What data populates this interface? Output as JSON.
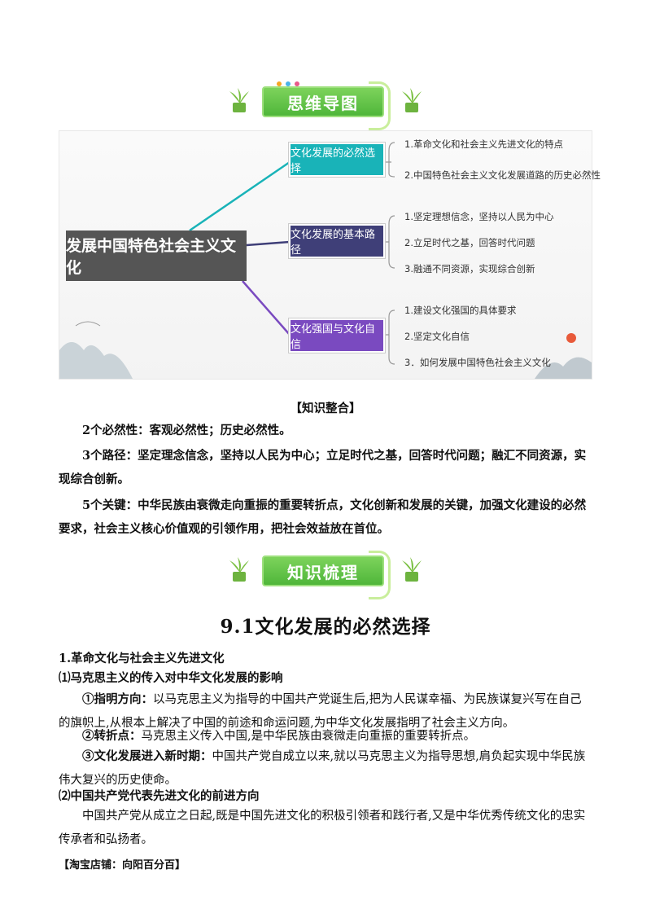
{
  "banner1": {
    "label": "思维导图"
  },
  "banner2": {
    "label": "知识梳理"
  },
  "mindmap": {
    "root": "发展中国特色社会主义文化",
    "branches": [
      {
        "label": "文化发展的必然选择",
        "color": "#19b3b8",
        "leaves": [
          "1.革命文化和社会主义先进文化的特点",
          "2.中国特色社会主义文化发展道路的历史必然性"
        ]
      },
      {
        "label": "文化发展的基本路径",
        "color": "#3f3f78",
        "leaves": [
          "1.坚定理想信念，坚持以人民为中心",
          "2.立足时代之基，回答时代问题",
          "3.融通不同资源，实现综合创新"
        ]
      },
      {
        "label": "文化强国与文化自信",
        "color": "#7a4ac0",
        "leaves": [
          "1.建设文化强国的具体要求",
          "2.坚定文化自信",
          "3．如何发展中国特色社会主义文化"
        ]
      }
    ]
  },
  "summary": {
    "title": "【知识整合】",
    "line1": "2个必然性：客观必然性；历史必然性。",
    "line2": "3个路径：坚定理念信念，坚持以人民为中心；立足时代之基，回答时代问题；融汇不同资源，实现综合创新。",
    "line3": "5个关键：中华民族由衰微走向重振的重要转折点，文化创新和发展的关键，加强文化建设的必然要求，社会主义核心价值观的引领作用，把社会效益放在首位。"
  },
  "section": {
    "title": "9.1文化发展的必然选择",
    "h1": "1.革命文化与社会主义先进文化",
    "h2": "⑴马克思主义的传入对中华文化发展的影响",
    "p1_label": "①指明方向：",
    "p1_text": "以马克思主义为指导的中国共产党诞生后,把为人民谋幸福、为民族谋复兴写在自己的旗帜上,从根本上解决了中国的前途和命运问题,为中华文化发展指明了社会主义方向。",
    "p2_label": "②转折点：",
    "p2_text": "马克思主义传入中国,是中华民族由衰微走向重振的重要转折点。",
    "p3_label": "③文化发展进入新时期：",
    "p3_text": "中国共产党自成立以来,就以马克思主义为指导思想,肩负起实现中华民族伟大复兴的历史使命。",
    "h3": "⑵中国共产党代表先进文化的前进方向",
    "p4": "中国共产党从成立之日起,既是中国先进文化的积极引领者和践行者,又是中华优秀传统文化的忠实传承者和弘扬者。"
  },
  "footer": "【淘宝店铺：向阳百分百】"
}
